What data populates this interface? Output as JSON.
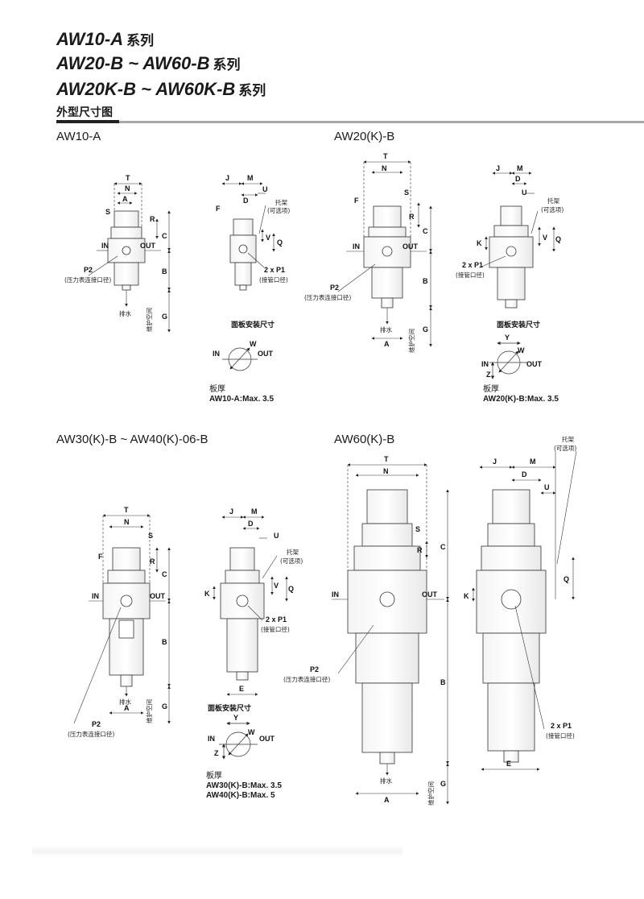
{
  "header": {
    "line1_model": "AW10-A",
    "line1_suffix": "系列",
    "line2_model": "AW20-B ~ AW60-B",
    "line2_suffix": "系列",
    "line3_model": "AW20K-B ~ AW60K-B",
    "line3_suffix": "系列",
    "subtitle": "外型尺寸图"
  },
  "sections": {
    "aw10": "AW10-A",
    "aw20": "AW20(K)-B",
    "aw30_40": "AW30(K)-B ~ AW40(K)-06-B",
    "aw60": "AW60(K)-B"
  },
  "dim_labels": {
    "T": "T",
    "N": "N",
    "A": "A",
    "S": "S",
    "R": "R",
    "C": "C",
    "B": "B",
    "G": "G",
    "J": "J",
    "M": "M",
    "D": "D",
    "U": "U",
    "F": "F",
    "V": "V",
    "Q": "Q",
    "K": "K",
    "E": "E",
    "W": "W",
    "Y": "Y",
    "Z": "Z",
    "IN": "IN",
    "OUT": "OUT"
  },
  "callouts": {
    "p2": "P2",
    "p2_note": "(压力表连接口径)",
    "p1": "2 x P1",
    "p1_note": "(接管口径)",
    "bracket": "托架",
    "bracket_note": "(可选项)",
    "drain": "排水",
    "maintenance": "维护空间",
    "panel_title": "面板安装尺寸"
  },
  "notes": {
    "thickness": "板厚",
    "aw10": "AW10-A:Max. 3.5",
    "aw20": "AW20(K)-B:Max. 3.5",
    "aw30": "AW30(K)-B:Max. 3.5",
    "aw40": "AW40(K)-B:Max. 5"
  }
}
